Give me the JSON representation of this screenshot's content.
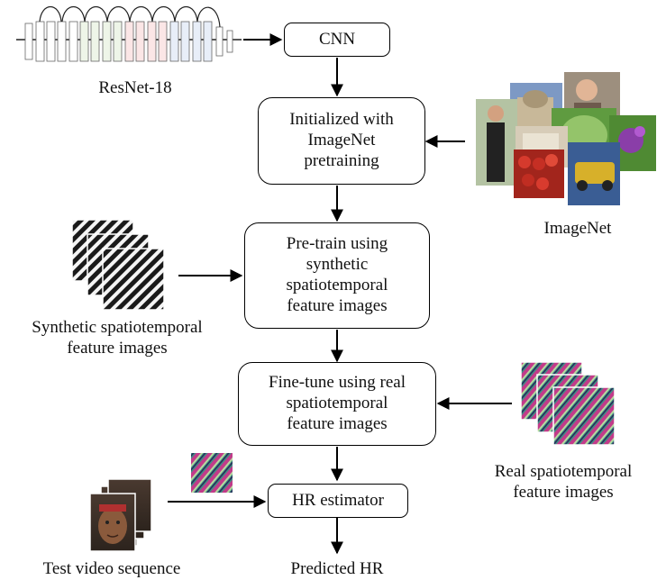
{
  "boxes": {
    "cnn": "CNN",
    "init": "Initialized with\nImageNet\npretraining",
    "pretrain": "Pre-train using\nsynthetic\nspatiotemporal\nfeature images",
    "finetune": "Fine-tune using real\nspatiotemporal\nfeature images",
    "hr": "HR estimator"
  },
  "labels": {
    "resnet": "ResNet-18",
    "imagenet": "ImageNet",
    "synthetic": "Synthetic spatiotemporal\nfeature images",
    "real": "Real spatiotemporal\nfeature images",
    "test_video": "Test video sequence",
    "predicted": "Predicted HR"
  },
  "colors": {
    "line": "#000000",
    "synthetic_stripe": "#1a1a1a",
    "real_stripe_a": "#c23b8a",
    "real_stripe_b": "#3d8f83",
    "face_skin": "#8a5a3c"
  },
  "icons": {
    "resnet_diagram": "resnet-architecture-icon",
    "imagenet_collage": "photo-collage-icon",
    "synthetic_stack": "striped-image-stack-icon",
    "real_stack": "colored-striped-image-stack-icon",
    "video_stack": "face-frame-stack-icon"
  }
}
